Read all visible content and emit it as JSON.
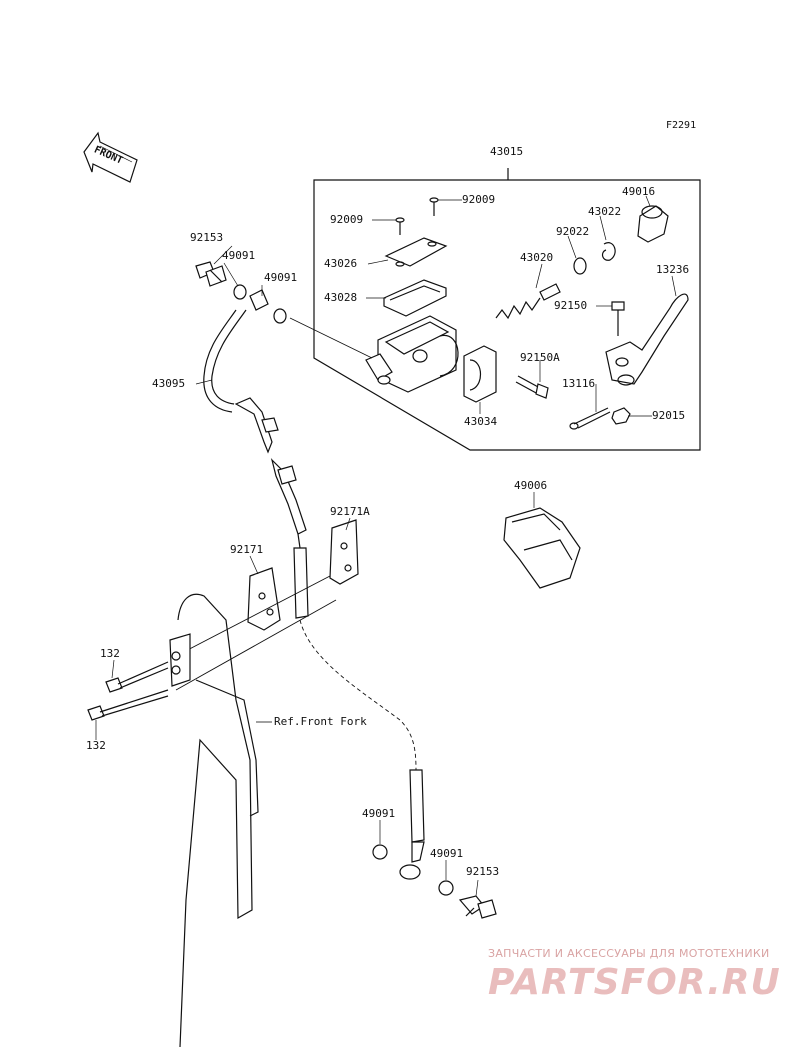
{
  "figure_code": "F2291",
  "front_label": "FRONT",
  "reference_text": "Ref.Front Fork",
  "parts": {
    "assembly_43015": "43015",
    "bolt_92009_left": "92009",
    "bolt_92009_right": "92009",
    "cap_43026": "43026",
    "diaphragm_43028": "43028",
    "piston_43020": "43020",
    "clamp_43034": "43034",
    "bolt_92150a": "92150A",
    "boot_49016": "49016",
    "circlip_43022": "43022",
    "washer_92022": "92022",
    "lever_13236": "13236",
    "bolt_92150": "92150",
    "pin_13116": "13116",
    "nut_92015": "92015",
    "bolt_92153_top": "92153",
    "washer_49091_top_a": "49091",
    "washer_49091_top_b": "49091",
    "hose_43095": "43095",
    "guard_49006": "49006",
    "clamp_92171a": "92171A",
    "clamp_92171": "92171",
    "bolt_132_upper": "132",
    "bolt_132_lower": "132",
    "washer_49091_bottom_a": "49091",
    "washer_49091_bottom_b": "49091",
    "bolt_92153_bottom": "92153"
  },
  "watermark": {
    "tagline": "ЗАПЧАСТИ И АКСЕССУАРЫ ДЛЯ МОТОТЕХНИКИ",
    "logo": "PARTSFOR.RU"
  }
}
